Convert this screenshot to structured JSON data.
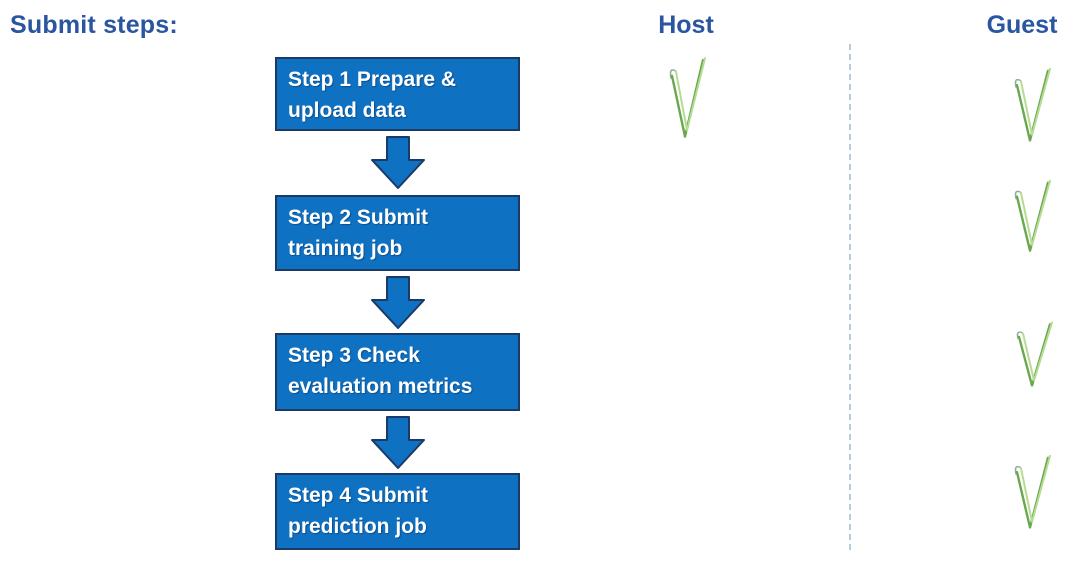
{
  "page": {
    "title": "Submit steps:"
  },
  "columns": [
    {
      "id": "host",
      "label": "Host"
    },
    {
      "id": "guest",
      "label": "Guest"
    }
  ],
  "steps": [
    {
      "index": 1,
      "line1": "Step 1 Prepare &",
      "line2": "upload data",
      "host_check": true,
      "guest_check": true
    },
    {
      "index": 2,
      "line1": "Step 2 Submit",
      "line2": "training job",
      "host_check": false,
      "guest_check": true
    },
    {
      "index": 3,
      "line1": "Step 3 Check",
      "line2": "evaluation metrics",
      "host_check": false,
      "guest_check": true
    },
    {
      "index": 4,
      "line1": "Step 4 Submit",
      "line2": "prediction job",
      "host_check": false,
      "guest_check": true
    }
  ],
  "icons": {
    "down_arrow": "down-arrow-icon",
    "checkmark": "green-check-icon"
  },
  "colors": {
    "box_fill": "#0f71c2",
    "box_border": "#1b3a66",
    "heading_text": "#2a55a0",
    "box_text": "#ffffff",
    "check_green": "#6aa84f",
    "check_green_light": "#b5dc92",
    "divider": "#b7cbd9",
    "background": "#ffffff"
  }
}
